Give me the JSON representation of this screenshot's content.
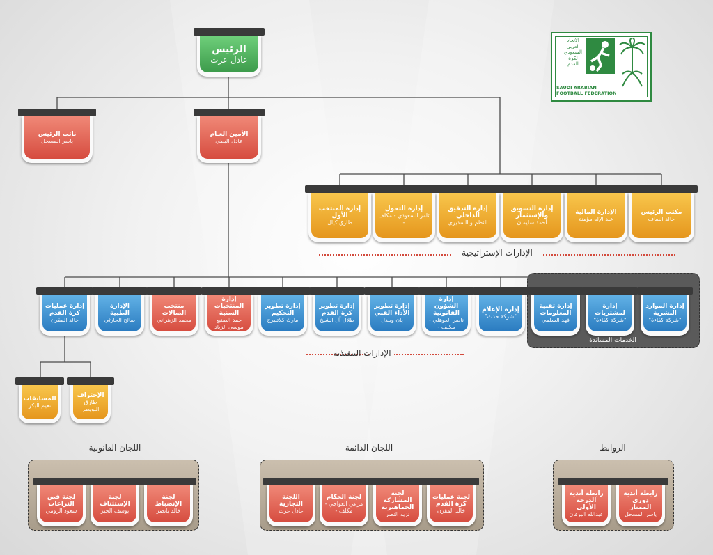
{
  "logo": {
    "arabic_lines": [
      "الاتحاد",
      "العربي",
      "السعودي",
      "لكرة",
      "القدم"
    ],
    "english_lines": [
      "SAUDI ARABIAN",
      "FOOTBALL FEDERATION"
    ],
    "green": "#2f8a41"
  },
  "president": {
    "title": "الرئيس",
    "name": "عادل عزت"
  },
  "vice": {
    "title": "نائب الرئيس",
    "name": "ياسر المسحل"
  },
  "secgen": {
    "title": "الأمين العـام",
    "name": "عادل البطي"
  },
  "strategic": {
    "label": "الإدارات الإستراتيجية",
    "items": [
      {
        "title": "مكتب الرئيس",
        "name": "خالد النفاف"
      },
      {
        "title": "الإدارة المالية",
        "name": "عبد الإله مؤمنة"
      },
      {
        "title": "إدارة التسويق والإستثمار",
        "name": "أحمد سليمان"
      },
      {
        "title": "إدارة التدقيق الداخلي",
        "name": "النظم و السديري"
      },
      {
        "title": "إدارة التحول",
        "name": "تامر السعودي - مكلف -"
      },
      {
        "title": "إدارة المنتخب الأول",
        "name": "طارق كيال"
      }
    ]
  },
  "executive": {
    "label": "الإدارات التنفيذية",
    "support_label": "الخدمات المساندة",
    "items": [
      {
        "title": "إدارة الموارد البشرية",
        "name": "\"شركة كفاءة\""
      },
      {
        "title": "إدارة لمشتريات",
        "name": "\"شركة كفاءة\""
      },
      {
        "title": "إدارة تقنية المعلومات",
        "name": "فهد السلمي"
      },
      {
        "title": "إدارة الإعلام",
        "name": "\"شركة حدث\""
      },
      {
        "title": "إدارة الشؤون القانونية",
        "name": "ناصر العوهلي - مكلف -"
      },
      {
        "title": "إدارة تطوير الأداء الفني",
        "name": "يان ويندل"
      },
      {
        "title": "إدارة تطوير كرة القدم",
        "name": "طلال آل الشيخ"
      },
      {
        "title": "إدارة تطوير التحكيم",
        "name": "مارك كلاتنبرج"
      },
      {
        "title": "إدارة المنتخبات السنية",
        "name": "حمد الصنيع موسى الزياد"
      },
      {
        "title": "منتخب الصالات",
        "name": "محمد الزهراني"
      },
      {
        "title": "الإدارة الطبية",
        "name": "صالح الحارثي"
      },
      {
        "title": "إدارة عمليات كرة القدم",
        "name": "خالد المقرن"
      }
    ]
  },
  "ops_sub": [
    {
      "title": "الإحتراف",
      "name": "طارق النويصر"
    },
    {
      "title": "المسابقات",
      "name": "نعيم البكر"
    }
  ],
  "legal": {
    "label": "اللجان القانونية",
    "items": [
      {
        "title": "لجنة الإنضباط",
        "name": "خالد بانصر"
      },
      {
        "title": "لجنة الإستئناف",
        "name": "يوسف الجبر"
      },
      {
        "title": "لجنة فض النزاعات",
        "name": "سعود الرومي"
      }
    ]
  },
  "standing": {
    "label": "اللجان الدائمة",
    "items": [
      {
        "title": "لجنة عمليات كرة القدم",
        "name": "خالد المقرن"
      },
      {
        "title": "لجنة المشاركة الجماهيرية",
        "name": "نزيه النصر"
      },
      {
        "title": "لجنة الحكام",
        "name": "مرعي العواجي - مكلف -"
      },
      {
        "title": "اللجنة التجارية",
        "name": "عادل عزت"
      }
    ]
  },
  "leagues": {
    "label": "الروابط",
    "items": [
      {
        "title": "رابطة أندية دوري الممتاز",
        "name": "ياسر المسحل"
      },
      {
        "title": "رابطة أندية الدرجة الأولى",
        "name": "عبدالله البرقان"
      }
    ]
  }
}
